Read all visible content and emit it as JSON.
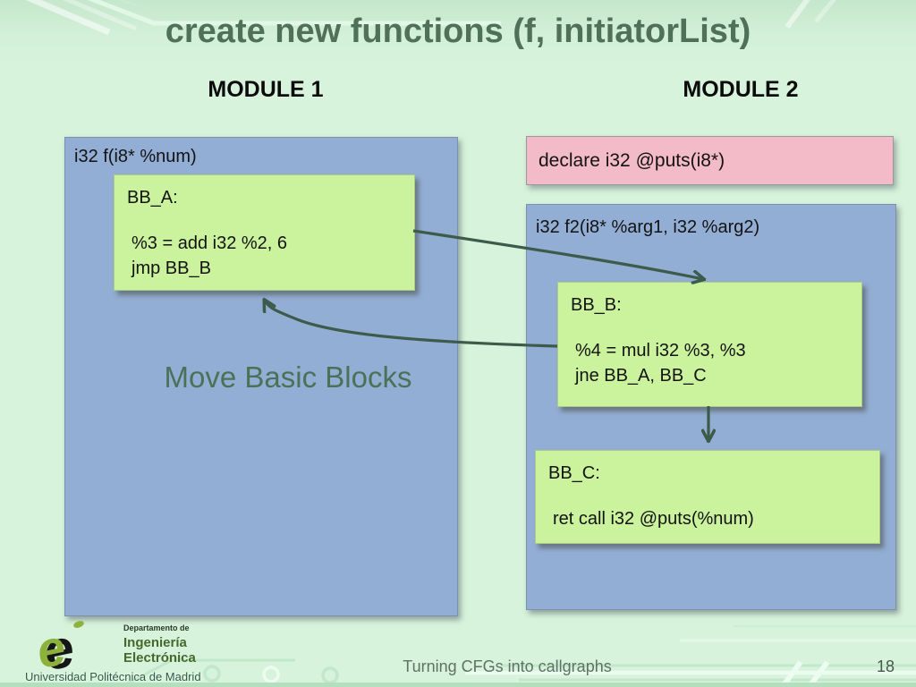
{
  "slide": {
    "title": "create new functions (f, initiatorList)",
    "annotation": "Move Basic Blocks",
    "footer": {
      "caption": "Turning CFGs into callgraphs",
      "page_number": "18"
    },
    "logo": {
      "mark": "e",
      "department_small": "Departamento de",
      "department_line1": "Ingeniería",
      "department_line2": "Electrónica",
      "university": "Universidad Politécnica de Madrid"
    }
  },
  "modules": [
    {
      "heading": "MODULE 1",
      "function_signature": "i32 f(i8* %num)",
      "blocks": [
        {
          "label": "BB_A:",
          "instructions": [
            "%3 = add i32 %2, 6",
            "jmp BB_B"
          ]
        }
      ]
    },
    {
      "heading": "MODULE 2",
      "declaration": "declare i32 @puts(i8*)",
      "function_signature": "i32 f2(i8* %arg1, i32 %arg2)",
      "blocks": [
        {
          "label": "BB_B:",
          "instructions": [
            "%4 = mul i32 %3, %3",
            "jne BB_A, BB_C"
          ]
        },
        {
          "label": "BB_C:",
          "instructions": [
            "ret call i32 @puts(%num)"
          ]
        }
      ]
    }
  ],
  "edges": [
    {
      "from": "BB_A",
      "to": "BB_B"
    },
    {
      "from": "BB_B",
      "to": "BB_A"
    },
    {
      "from": "BB_B",
      "to": "BB_C"
    }
  ],
  "colors": {
    "background": "#d7f3db",
    "module_fill": "#93aed4",
    "block_fill": "#cbf29c",
    "declaration_fill": "#f3bac7",
    "arrow": "#3d5b4a",
    "title_text": "#4e7157",
    "annotation_text": "#4c7158"
  }
}
